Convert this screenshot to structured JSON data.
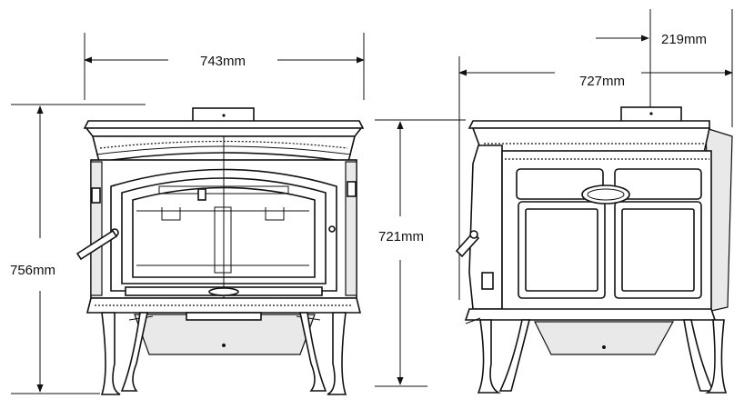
{
  "dimensions": {
    "front_width": "743mm",
    "side_depth": "727mm",
    "flue_offset": "219mm",
    "front_height": "756mm",
    "side_height": "721mm"
  }
}
